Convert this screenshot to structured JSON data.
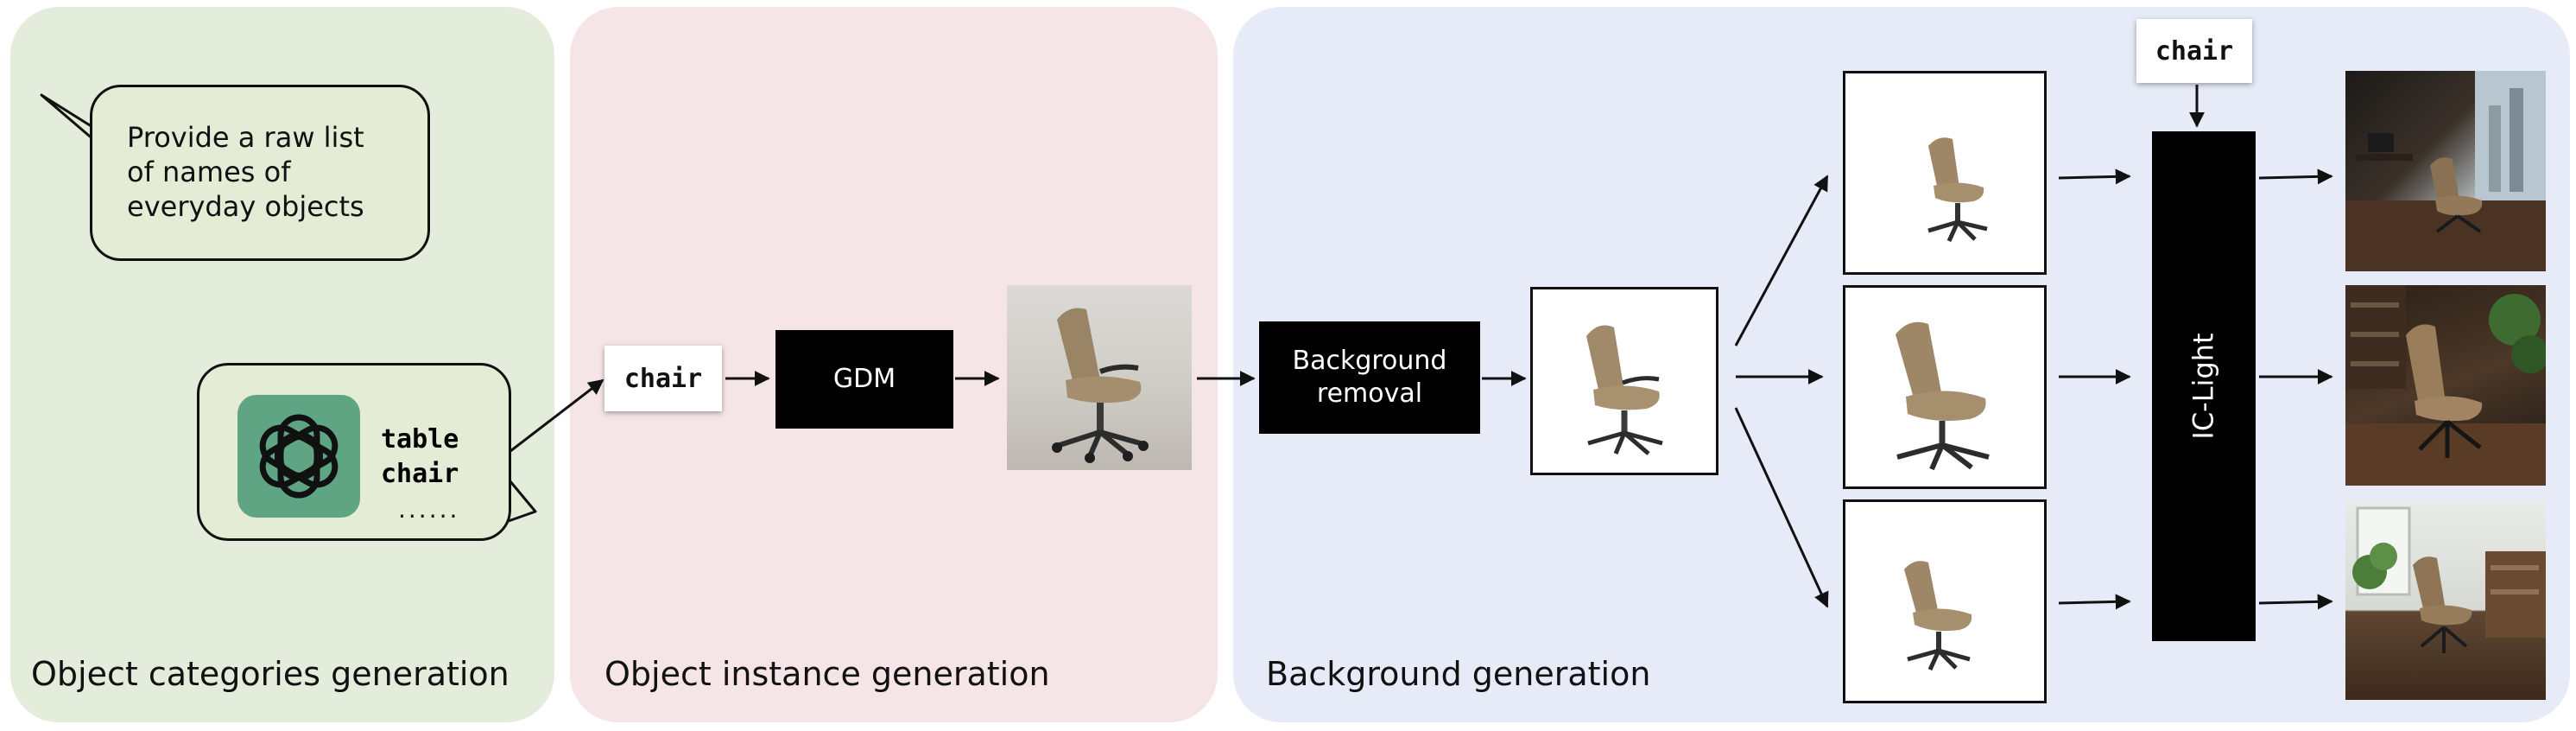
{
  "panels": {
    "categories": {
      "title": "Object categories generation",
      "color": "#e4ecdb"
    },
    "instance": {
      "title": "Object instance generation",
      "color": "#f5e5e6"
    },
    "background": {
      "title": "Background generation",
      "color": "#e6ebf7"
    }
  },
  "prompt_bubble": {
    "lines": [
      "Provide a raw list",
      "of names of",
      "everyday objects"
    ]
  },
  "response_bubble": {
    "items": [
      "table",
      "chair"
    ],
    "ellipsis": "......",
    "icon": "openai-logo-icon",
    "icon_color": "#5fa583"
  },
  "instance_pipeline": {
    "query_label": "chair",
    "model_label": "GDM"
  },
  "background_pipeline": {
    "removal_label_1": "Background",
    "removal_label_2": "removal",
    "relight_label": "IC-Light",
    "condition_label": "chair"
  }
}
